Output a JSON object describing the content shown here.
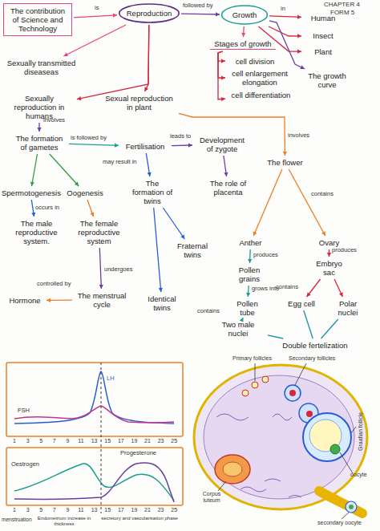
{
  "diagram": {
    "nodes": [
      {
        "text": [
          "The contribution of Science and Technology"
        ]
      },
      {
        "text": [
          "Reproduction"
        ]
      },
      {
        "text": [
          "Growth"
        ]
      },
      {
        "text": [
          "Human"
        ]
      },
      {
        "text": [
          "Insect"
        ]
      },
      {
        "text": [
          "Plant"
        ]
      },
      {
        "text": [
          "Stages of growth"
        ]
      },
      {
        "text": [
          "cell division"
        ]
      },
      {
        "text": [
          "cell enlargement elongation"
        ]
      },
      {
        "text": [
          "cell differentiation"
        ]
      },
      {
        "text": [
          "The growth curve"
        ]
      },
      {
        "text": [
          "Sexually transmitted diseaseas"
        ]
      },
      {
        "text": [
          "Sexually reproduction in humans"
        ]
      },
      {
        "text": [
          "Sexual reproduction in plant"
        ]
      },
      {
        "text": [
          "The formation of gametes"
        ]
      },
      {
        "text": [
          "Fertilisation"
        ]
      },
      {
        "text": [
          "Development of zygote"
        ]
      },
      {
        "text": [
          "The formation of twins"
        ]
      },
      {
        "text": [
          "The role of placenta"
        ]
      },
      {
        "text": [
          "The flower"
        ]
      },
      {
        "text": [
          "Spermotogenesis"
        ]
      },
      {
        "text": [
          "Oogenesis"
        ]
      },
      {
        "text": [
          "The male reproductive system."
        ]
      },
      {
        "text": [
          "The female reproductive system"
        ]
      },
      {
        "text": [
          "Fraternal twins"
        ]
      },
      {
        "text": [
          "Anther"
        ]
      },
      {
        "text": [
          "Ovary"
        ]
      },
      {
        "text": [
          "The menstrual cycle"
        ]
      },
      {
        "text": [
          "Identical twins"
        ]
      },
      {
        "text": [
          "Hormone"
        ]
      },
      {
        "text": [
          "Pollen grains"
        ]
      },
      {
        "text": [
          "Embryo sac"
        ]
      },
      {
        "text": [
          "Pollen tube"
        ]
      },
      {
        "text": [
          "Egg cell"
        ]
      },
      {
        "text": [
          "Polar nuclei"
        ]
      },
      {
        "text": [
          "Two male nuclei"
        ]
      },
      {
        "text": [
          "Double fertelization"
        ]
      }
    ],
    "edges": [
      {
        "from": 0,
        "to": 1,
        "arrow": "to",
        "label": "is"
      },
      {
        "from": 1,
        "to": 2,
        "arrow": "to",
        "label": "followed by"
      },
      {
        "from": 2,
        "to": 3,
        "arrow": "to",
        "label": "in"
      },
      {
        "from": 2,
        "to": 4,
        "arrow": "to"
      },
      {
        "from": 2,
        "to": 5,
        "arrow": "to"
      },
      {
        "from": 2,
        "to": 6,
        "arrow": "to"
      },
      {
        "from": 6,
        "to": 7,
        "arrow": "to"
      },
      {
        "from": 6,
        "to": 8,
        "arrow": "to"
      },
      {
        "from": 6,
        "to": 9,
        "arrow": "to"
      },
      {
        "from": 2,
        "to": 10,
        "arrow": "to"
      },
      {
        "from": 1,
        "to": 11,
        "arrow": "to"
      },
      {
        "from": 1,
        "to": 12,
        "arrow": "to"
      },
      {
        "from": 1,
        "to": 13,
        "arrow": "to"
      },
      {
        "from": 12,
        "to": 14,
        "arrow": "to",
        "label": "involves"
      },
      {
        "from": 14,
        "to": 15,
        "arrow": "to",
        "label": "is followed by"
      },
      {
        "from": 15,
        "to": 16,
        "arrow": "to",
        "label": "leads to"
      },
      {
        "from": 15,
        "to": 17,
        "arrow": "to",
        "label": "may result in"
      },
      {
        "from": 16,
        "to": 18,
        "arrow": "to"
      },
      {
        "from": 13,
        "to": 19,
        "arrow": "to",
        "label": "involves"
      },
      {
        "from": 14,
        "to": 20,
        "arrow": "to"
      },
      {
        "from": 14,
        "to": 21,
        "arrow": "to"
      },
      {
        "from": 20,
        "to": 22,
        "arrow": "to",
        "label": "occurs in"
      },
      {
        "from": 21,
        "to": 23,
        "arrow": "to"
      },
      {
        "from": 23,
        "to": 27,
        "arrow": "to",
        "label": "undergoes"
      },
      {
        "from": 27,
        "to": 29,
        "arrow": "to",
        "label": "controlled by"
      },
      {
        "from": 17,
        "to": 24,
        "arrow": "to"
      },
      {
        "from": 17,
        "to": 28,
        "arrow": "to"
      },
      {
        "from": 19,
        "to": 25,
        "arrow": "to"
      },
      {
        "from": 19,
        "to": 26,
        "arrow": "to",
        "label": "contains"
      },
      {
        "from": 25,
        "to": 30,
        "arrow": "to",
        "label": "produces"
      },
      {
        "from": 26,
        "to": 31,
        "arrow": "to",
        "label": "produces"
      },
      {
        "from": 30,
        "to": 32,
        "arrow": "to",
        "label": "grows into"
      },
      {
        "from": 31,
        "to": 33,
        "arrow": "to",
        "label": "contains"
      },
      {
        "from": 31,
        "to": 34,
        "arrow": "to"
      },
      {
        "from": 32,
        "to": 35,
        "arrow": "to",
        "label": "contains"
      },
      {
        "from": 35,
        "to": 36,
        "arrow": "none"
      },
      {
        "from": 33,
        "to": 36,
        "arrow": "none"
      },
      {
        "from": 34,
        "to": 36,
        "arrow": "none"
      }
    ],
    "labels": [
      "CHAPTER 4",
      "FORM 5",
      "FSH",
      "LH",
      "1",
      "3",
      "5",
      "7",
      "9",
      "11",
      "13",
      "15",
      "17",
      "19",
      "21",
      "23",
      "25",
      "Oestrogen",
      "Progesterone",
      "1",
      "3",
      "5",
      "7",
      "9",
      "11",
      "13",
      "15",
      "17",
      "19",
      "21",
      "23",
      "25",
      "menstruation",
      "Endometrium increase in thickness",
      "secretory and vascularisation phase",
      "Primary follicles",
      "Secondary follicles",
      "Graafian follicle",
      "oocyte",
      "Corpus luteum",
      "secondary oocyte"
    ]
  }
}
